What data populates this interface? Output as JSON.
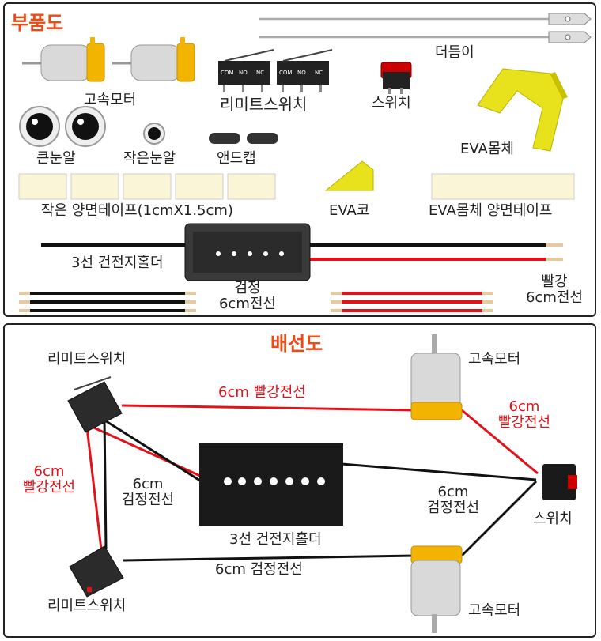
{
  "parts": {
    "title": "부품도",
    "motor": "고속모터",
    "limit_switch": "리미트스위치",
    "switch": "스위치",
    "antenna": "더듬이",
    "big_eye": "큰눈알",
    "small_eye": "작은눈알",
    "end_cap": "앤드캡",
    "eva_body": "EVA몸체",
    "small_tape": "작은 양면테이프(1cmX1.5cm)",
    "eva_nose": "EVA코",
    "eva_body_tape": "EVA몸체 양면테이프",
    "battery_holder": "3선 건전지홀더",
    "black_wire_l1": "검정",
    "black_wire_l2": "6cm전선",
    "red_wire_l1": "빨강",
    "red_wire_l2": "6cm전선",
    "switch_pins": [
      "COM",
      "NO",
      "NC"
    ]
  },
  "wiring": {
    "title": "배선도",
    "limit_switch_top": "리미트스위치",
    "limit_switch_bottom": "리미트스위치",
    "motor_top": "고속모터",
    "motor_bottom": "고속모터",
    "switch": "스위치",
    "red_top": "6cm 빨강전선",
    "red_right_l1": "6cm",
    "red_right_l2": "빨강전선",
    "red_left_l1": "6cm",
    "red_left_l2": "빨강전선",
    "black_left_l1": "6cm",
    "black_left_l2": "검정전선",
    "black_mid_l1": "6cm",
    "black_mid_l2": "검정전선",
    "black_bottom": "6cm 검정전선",
    "battery_holder": "3선 건전지홀더"
  },
  "colors": {
    "title": "#ee4a14",
    "red_wire": "#e3121a",
    "black_wire": "#111111",
    "motor_cap": "#f2b400",
    "eva": "#e8e21c",
    "tape": "#fbf5d8"
  }
}
